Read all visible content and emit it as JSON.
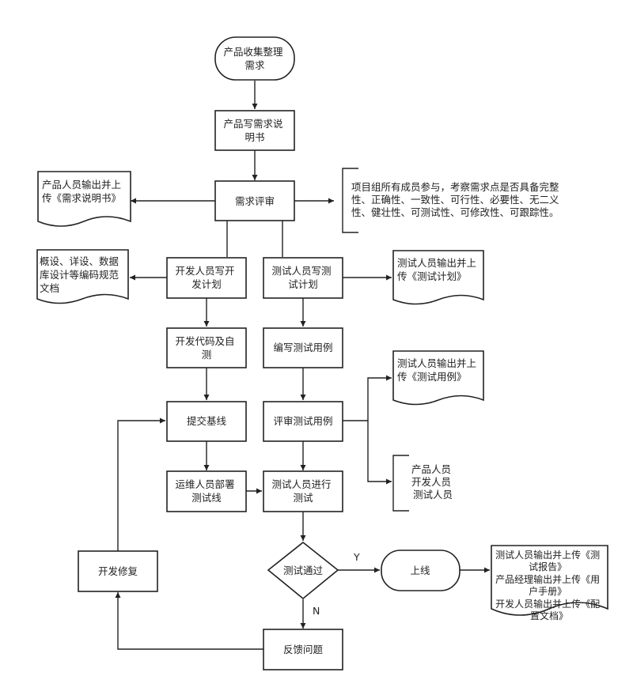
{
  "nodes": {
    "collect": [
      "产品收集整理",
      "需求"
    ],
    "write_req": [
      "产品写需求说",
      "明书"
    ],
    "review_req": [
      "需求评审"
    ],
    "doc_req": [
      "产品人员输出并上",
      "传《需求说明书》"
    ],
    "review_note": [
      "项目组所有成员参与，考察需求点是否具备完整",
      "性、正确性、一致性、可行性、必要性、无二义",
      "性、健壮性、可测试性、可修改性、可跟踪性。"
    ],
    "dev_plan": [
      "开发人员写开",
      "发计划"
    ],
    "doc_dev": [
      "概设、详设、数据",
      "库设计等编码规范",
      "文档"
    ],
    "test_plan": [
      "测试人员写测",
      "试计划"
    ],
    "doc_test_plan": [
      "测试人员输出并上",
      "传《测试计划》"
    ],
    "dev_code": [
      "开发代码及自",
      "测"
    ],
    "write_cases": [
      "编写测试用例"
    ],
    "doc_cases": [
      "测试人员输出并上",
      "传《测试用例》"
    ],
    "submit": [
      "提交基线"
    ],
    "review_cases": [
      "评审测试用例"
    ],
    "participants": [
      "产品人员",
      "开发人员",
      "测试人员"
    ],
    "ops_deploy": [
      "运维人员部署",
      "测试线"
    ],
    "testing": [
      "测试人员进行",
      "测试"
    ],
    "pass": [
      "测试通过"
    ],
    "online": [
      "上线"
    ],
    "doc_final": [
      "测试人员输出并上传《测",
      "试报告》",
      "产品经理输出并上传《用",
      "户手册》",
      "开发人员输出并上传《配",
      "置文档》"
    ],
    "fix": [
      "开发修复"
    ],
    "feedback": [
      "反馈问题"
    ]
  },
  "edge_labels": {
    "yes": "Y",
    "no": "N"
  }
}
